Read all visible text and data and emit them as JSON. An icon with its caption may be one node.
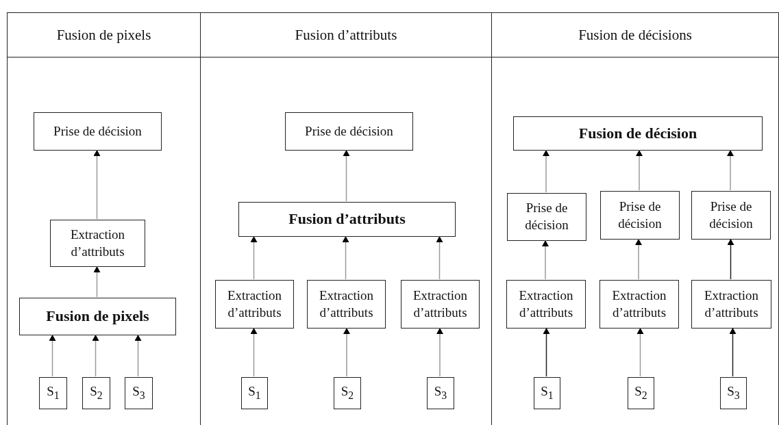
{
  "diagram": {
    "nodes": [
      {
        "text": [
          "Fusion de pixels"
        ]
      },
      {
        "text": [
          "Prise de décision"
        ],
        "in": 0
      },
      {
        "text": [
          "Extraction d’attributs"
        ],
        "in": 0
      },
      {
        "text": [
          "Fusion de pixels"
        ],
        "in": 0
      },
      {
        "text": [
          "S$_{1}$"
        ],
        "in": 0
      },
      {
        "text": [
          "S$_{2}$"
        ],
        "in": 0
      },
      {
        "text": [
          "S$_{3}$"
        ],
        "in": 0
      },
      {
        "text": [
          "Fusion d’attributs"
        ]
      },
      {
        "text": [
          "Prise de décision"
        ],
        "in": 7
      },
      {
        "text": [
          "Fusion d’attributs"
        ],
        "in": 7
      },
      {
        "text": [
          "Extraction d’attributs"
        ],
        "in": 7
      },
      {
        "text": [
          "Extraction d’attributs"
        ],
        "in": 7
      },
      {
        "text": [
          "Extraction d’attributs"
        ],
        "in": 7
      },
      {
        "text": [
          "S$_{1}$"
        ],
        "in": 7
      },
      {
        "text": [
          "S$_{2}$"
        ],
        "in": 7
      },
      {
        "text": [
          "S$_{3}$"
        ],
        "in": 7
      },
      {
        "text": [
          "Fusion de décisions"
        ]
      },
      {
        "text": [
          "Fusion de décision"
        ],
        "in": 16
      },
      {
        "text": [
          "Prise de décision"
        ],
        "in": 16
      },
      {
        "text": [
          "Prise de décision"
        ],
        "in": 16
      },
      {
        "text": [
          "Prise de décision"
        ],
        "in": 16
      },
      {
        "text": [
          "Extraction d’attributs"
        ],
        "in": 16
      },
      {
        "text": [
          "Extraction d’attributs"
        ],
        "in": 16
      },
      {
        "text": [
          "Extraction d’attributs"
        ],
        "in": 16
      },
      {
        "text": [
          "S$_{1}$"
        ],
        "in": 16
      },
      {
        "text": [
          "S$_{2}$"
        ],
        "in": 16
      },
      {
        "text": [
          "S$_{3}$"
        ],
        "in": 16
      }
    ],
    "edges": [
      {
        "from": 4,
        "to": 3,
        "arrow": "to"
      },
      {
        "from": 5,
        "to": 3,
        "arrow": "to"
      },
      {
        "from": 6,
        "to": 3,
        "arrow": "to"
      },
      {
        "from": 3,
        "to": 2,
        "arrow": "to"
      },
      {
        "from": 2,
        "to": 1,
        "arrow": "to"
      },
      {
        "from": 13,
        "to": 10,
        "arrow": "to"
      },
      {
        "from": 14,
        "to": 11,
        "arrow": "to"
      },
      {
        "from": 15,
        "to": 12,
        "arrow": "to"
      },
      {
        "from": 10,
        "to": 9,
        "arrow": "to"
      },
      {
        "from": 11,
        "to": 9,
        "arrow": "to"
      },
      {
        "from": 12,
        "to": 9,
        "arrow": "to"
      },
      {
        "from": 9,
        "to": 8,
        "arrow": "to"
      },
      {
        "from": 24,
        "to": 21,
        "arrow": "to",
        "color": "#222222"
      },
      {
        "from": 25,
        "to": 22,
        "arrow": "to"
      },
      {
        "from": 26,
        "to": 23,
        "arrow": "to",
        "color": "#222222"
      },
      {
        "from": 21,
        "to": 18,
        "arrow": "to"
      },
      {
        "from": 22,
        "to": 19,
        "arrow": "to"
      },
      {
        "from": 23,
        "to": 20,
        "arrow": "to",
        "color": "#222222"
      },
      {
        "from": 18,
        "to": 17,
        "arrow": "to"
      },
      {
        "from": 19,
        "to": 17,
        "arrow": "to"
      },
      {
        "from": 20,
        "to": 17,
        "arrow": "to"
      }
    ]
  }
}
